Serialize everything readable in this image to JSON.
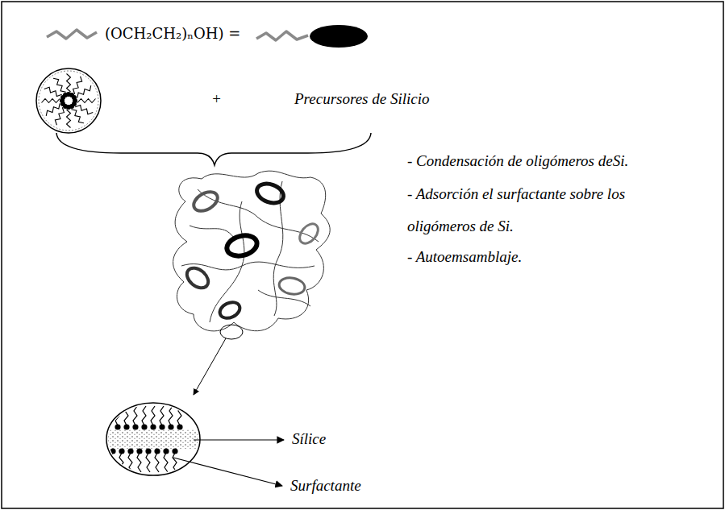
{
  "diagram": {
    "labels": [
      "(OCH₂CH₂)ₙOH) =",
      "+",
      "Precursores de Silicio",
      "- Condensación de oligómeros deSi.",
      "- Adsorción el surfactante sobre los oligómeros de Si.",
      "- Autoemsamblaje.",
      "Sílice",
      "Surfactante"
    ]
  }
}
